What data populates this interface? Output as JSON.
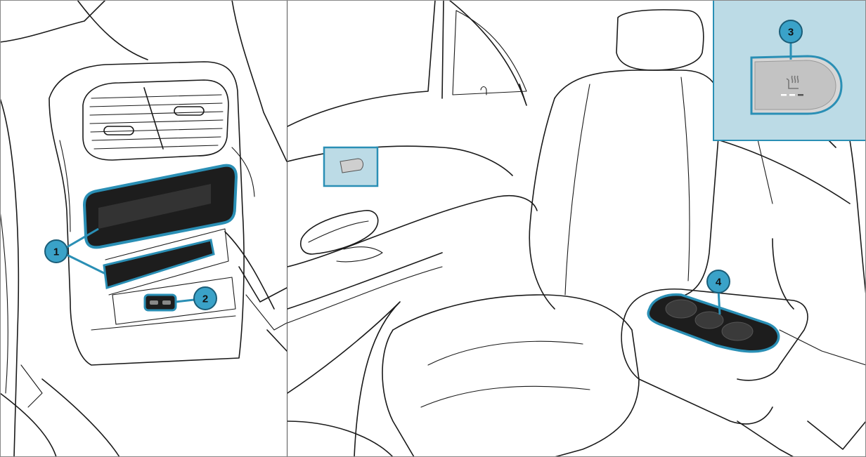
{
  "colors": {
    "highlight": "#2a8fb5",
    "inset_fill": "#bcdbe6",
    "callout_fill": "#3aa2c8",
    "line": "#1a1a1a"
  },
  "panels": {
    "left": {
      "callouts": [
        "1",
        "2"
      ]
    },
    "right": {
      "callouts": [
        "3",
        "4"
      ],
      "inset_button_icon": "seat-heating-icon"
    }
  }
}
